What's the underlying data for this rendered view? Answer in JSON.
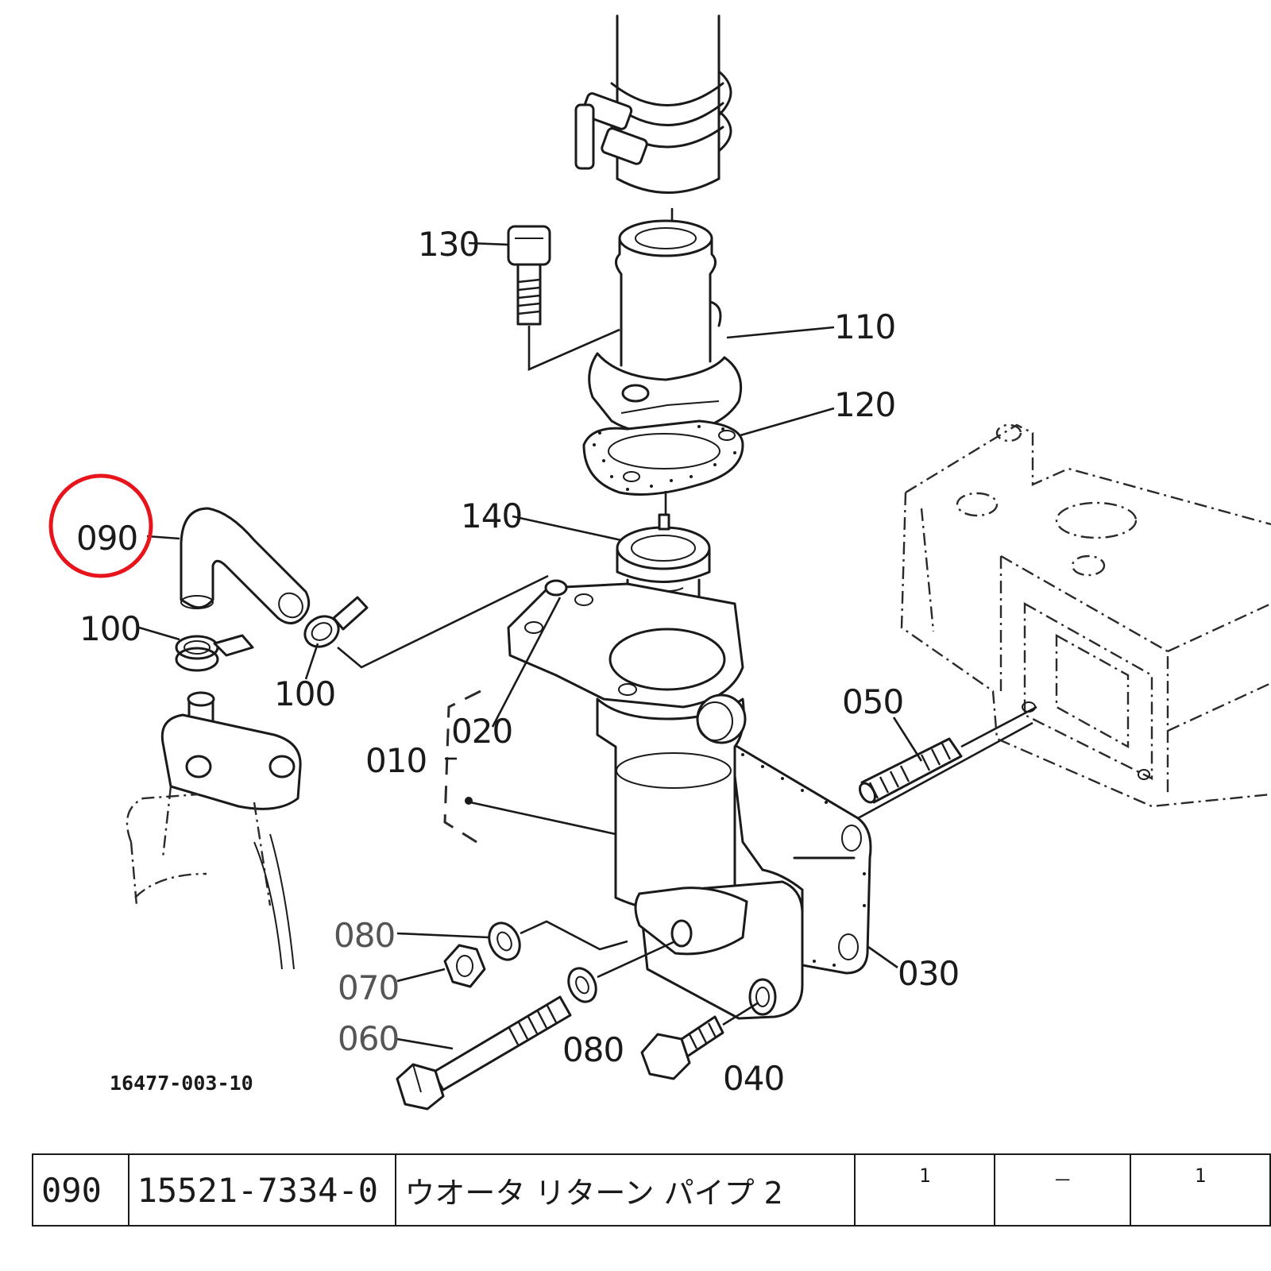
{
  "diagram": {
    "reference_number": "16477-003-10",
    "highlighted_callout": "090",
    "highlight_color": "#e8141b",
    "callouts": {
      "c010": "010",
      "c020": "020",
      "c030": "030",
      "c040": "040",
      "c050": "050",
      "c060": "060",
      "c070": "070",
      "c080a": "080",
      "c080b": "080",
      "c090": "090",
      "c100a": "100",
      "c100b": "100",
      "c110": "110",
      "c120": "120",
      "c130": "130",
      "c140": "140"
    }
  },
  "parts_row": {
    "ref_no": "090",
    "part_number": "15521-7334-0",
    "description": "ウオータ リターン パイプ 2",
    "col4": "1",
    "col5": "－",
    "col6": "1"
  }
}
